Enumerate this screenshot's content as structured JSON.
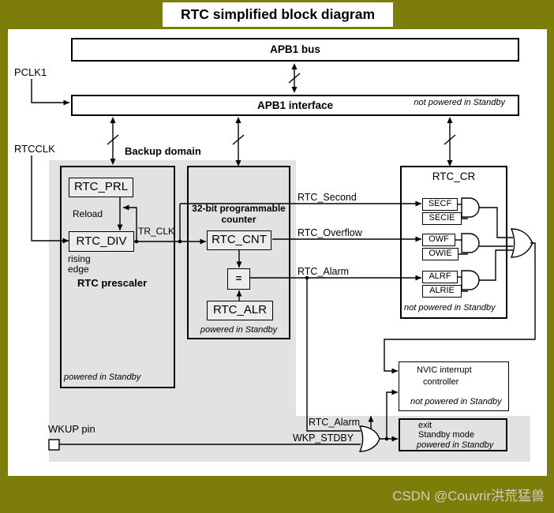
{
  "title": "RTC simplified block diagram",
  "watermark": "CSDN @Couvrir洪荒猛兽",
  "buses": {
    "apb1_bus": "APB1 bus",
    "apb1_interface": "APB1 interface",
    "interface_note": "not powered in Standby"
  },
  "inputs": {
    "pclk1": "PCLK1",
    "rtcclk": "RTCCLK",
    "wkup_pin": "WKUP pin"
  },
  "backup_domain_label": "Backup domain",
  "prescaler": {
    "rtc_prl": "RTC_PRL",
    "reload": "Reload",
    "rtc_div": "RTC_DIV",
    "rising": "rising",
    "edge": "edge",
    "title": "RTC prescaler",
    "note": "powered in Standby",
    "tr_clk": "TR_CLK"
  },
  "counter": {
    "title_line1": "32-bit programmable",
    "title_line2": "counter",
    "rtc_cnt": "RTC_CNT",
    "equals": "=",
    "rtc_alr": "RTC_ALR",
    "note": "powered in Standby"
  },
  "signals": {
    "rtc_second": "RTC_Second",
    "rtc_overflow": "RTC_Overflow",
    "rtc_alarm": "RTC_Alarm",
    "rtc_alarm_wakeup": "RTC_Alarm",
    "wkp_stdby": "WKP_STDBY"
  },
  "rtc_cr": {
    "title": "RTC_CR",
    "flags": [
      {
        "flag": "SECF",
        "enable": "SECIE"
      },
      {
        "flag": "OWF",
        "enable": "OWIE"
      },
      {
        "flag": "ALRF",
        "enable": "ALRIE"
      }
    ],
    "note": "not powered in Standby"
  },
  "nvic": {
    "line1": "NVIC interrupt",
    "line2": "controller",
    "note": "not powered in Standby"
  },
  "exit_standby": {
    "line1": "exit",
    "line2": "Standby mode",
    "note": "powered in Standby"
  },
  "colors": {
    "background_olive": "#7d7d09",
    "backup_domain_gray": "#e2e2e2",
    "register_fill": "#ececec",
    "line_black": "#000000",
    "watermark_text": "#cfcfbc"
  }
}
